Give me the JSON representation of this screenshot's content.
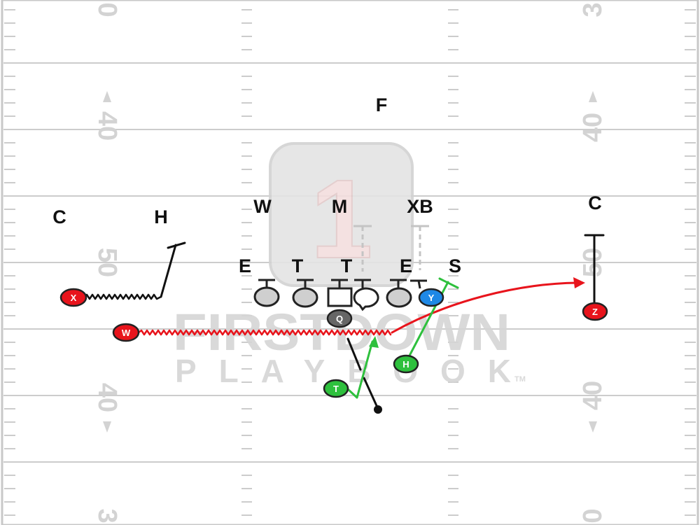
{
  "watermark": {
    "logo_number": "1",
    "line1": "FIRSTDOWN",
    "line2": "PLAYBOOK",
    "tm": "TM"
  },
  "yard_numbers": {
    "left": [
      "0",
      "40",
      "50",
      "40",
      "3"
    ],
    "right": [
      "3",
      "40",
      "50",
      "40",
      "0"
    ]
  },
  "defense": {
    "free_safety": "F",
    "will": "W",
    "mike": "M",
    "extra_back": "XB",
    "left_corner": "C",
    "left_h": "H",
    "right_corner": "C",
    "left_end": "E",
    "left_tackle": "T",
    "right_tackle": "T",
    "right_end": "E",
    "sam": "S"
  },
  "offense": {
    "x_receiver": "X",
    "w_receiver": "W",
    "quarterback": "Q",
    "y_receiver": "Y",
    "h_back": "H",
    "t_back": "T",
    "z_receiver": "Z"
  },
  "colors": {
    "red_player": "#e8141c",
    "blue_player": "#1e88e5",
    "green_player": "#2ec03d",
    "qb_gray": "#666666",
    "lineman_fill": "#cfcfcf",
    "route_red": "#e8141c",
    "route_green": "#2ec03d",
    "route_black": "#111111",
    "field_line": "#cccccc"
  }
}
